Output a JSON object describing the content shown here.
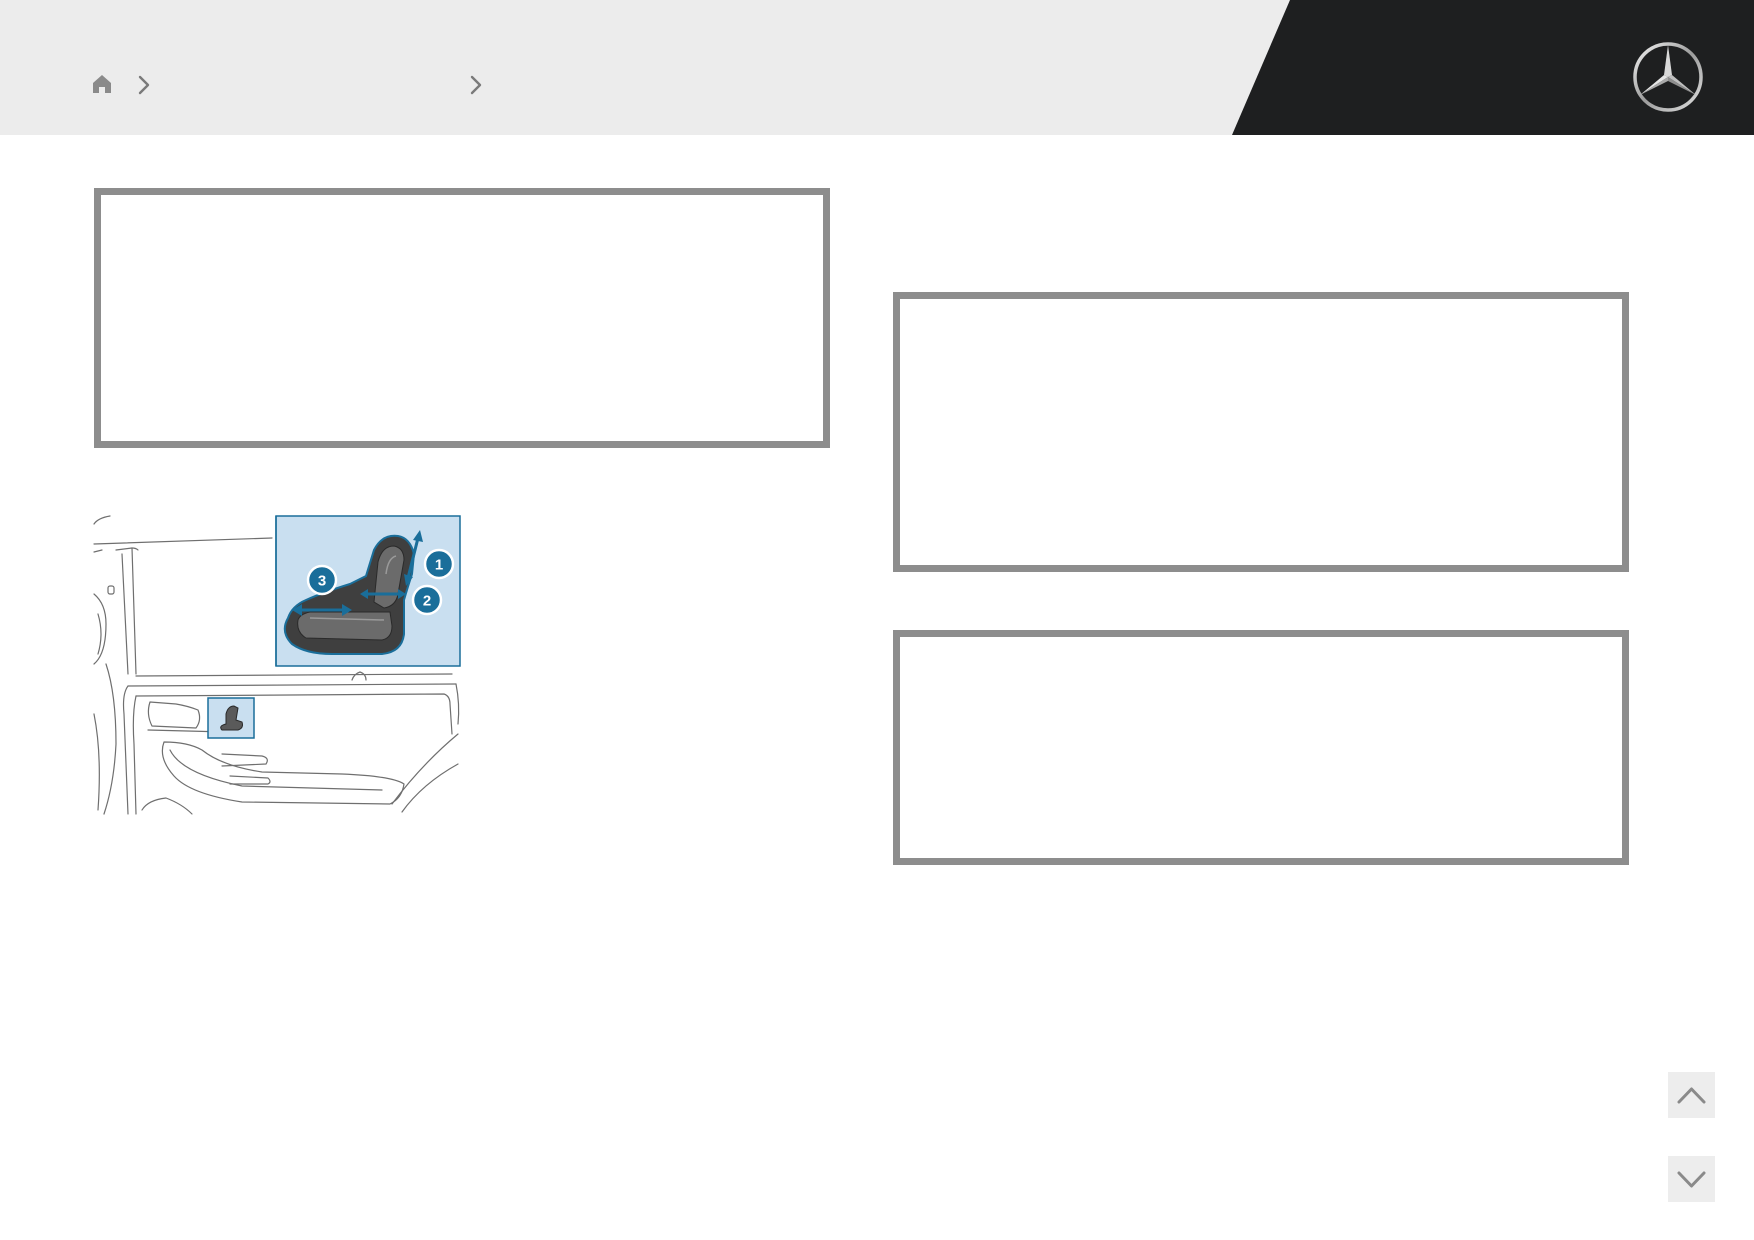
{
  "header": {
    "breadcrumb": {
      "home_icon": "home-icon",
      "separator_icon": "chevron-right-icon",
      "level_1_label": "",
      "level_2_label": ""
    },
    "logo": "mercedes-benz-star-logo",
    "colors": {
      "header_bg": "#ececec",
      "header_dark": "#1e1f20"
    }
  },
  "content": {
    "box_1_text": "",
    "box_2_text": "",
    "box_3_text": ""
  },
  "illustration": {
    "callouts": [
      "1",
      "2",
      "3"
    ],
    "accent_color": "#1a6e9a",
    "panel_color": "#c9dff0"
  },
  "navigation": {
    "scroll_up_icon": "chevron-up-icon",
    "scroll_down_icon": "chevron-down-icon"
  }
}
